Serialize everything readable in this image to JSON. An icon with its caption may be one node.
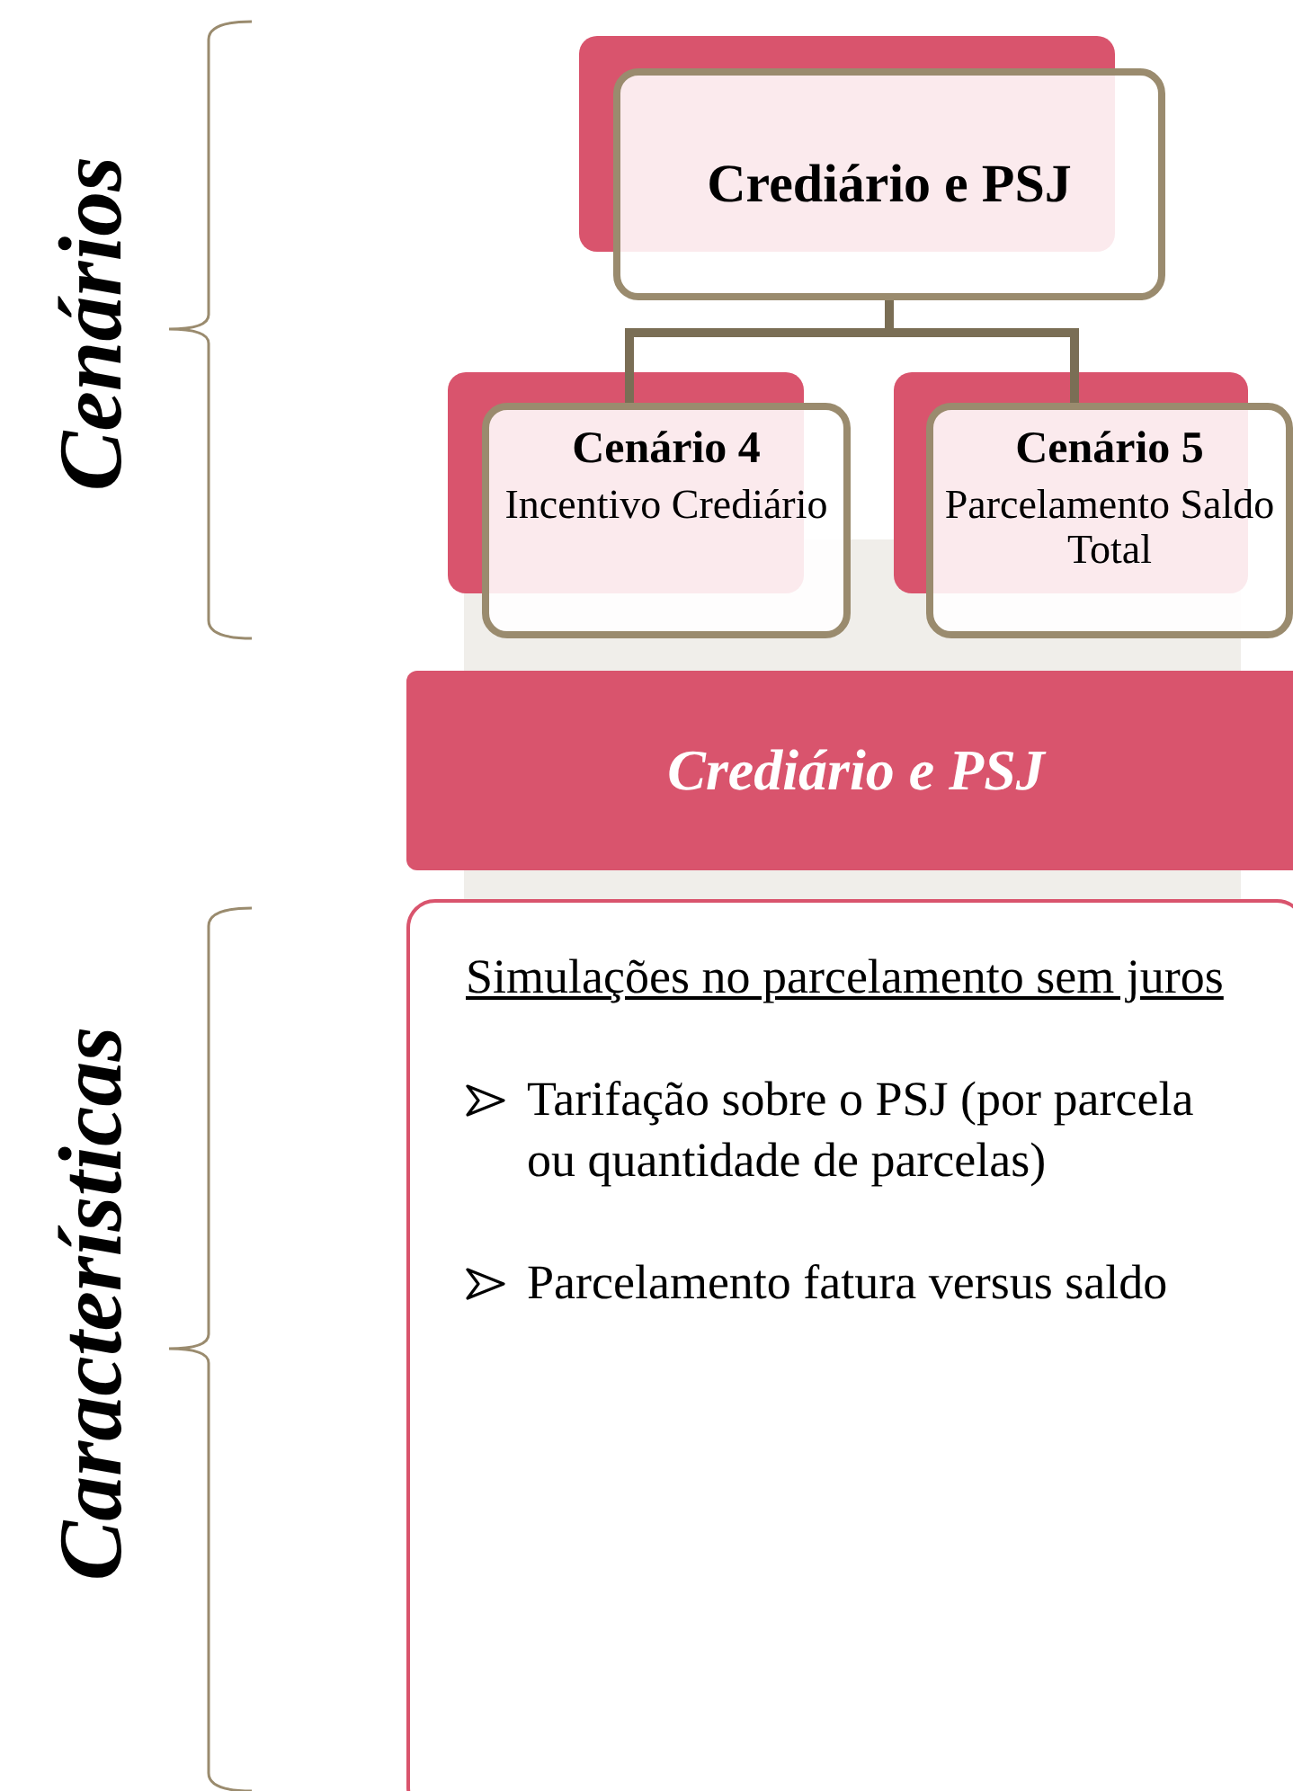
{
  "diagram": {
    "nodes": [
      {
        "text": [
          "Crediário e PSJ"
        ]
      },
      {
        "text": [
          "Cenário 4",
          "Incentivo Crediário"
        ]
      },
      {
        "text": [
          "Cenário 5",
          "Parcelamento Saldo Total"
        ]
      },
      {
        "text": [
          "Crediário e PSJ"
        ]
      },
      {
        "text": [
          "Simulações no parcelamento sem juros",
          "Tarifação sobre o PSJ (por parcela ou quantidade de parcelas)",
          "Parcelamento fatura versus saldo"
        ]
      }
    ],
    "edges": [
      {
        "from": 0,
        "to": 1,
        "arrow": "none"
      },
      {
        "from": 0,
        "to": 2,
        "arrow": "none"
      }
    ],
    "labels": [
      "Cenários",
      "Características"
    ]
  }
}
